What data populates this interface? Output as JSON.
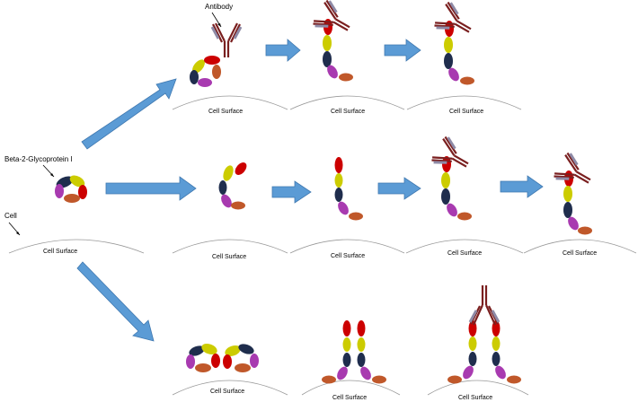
{
  "labels": {
    "antibody": "Antibody",
    "beta2": "Beta-2-Glycoprotein I",
    "cell": "Cell",
    "cell_surface": "Cell Surface"
  },
  "colors": {
    "domain1": "#cc0000",
    "domain2": "#cccc00",
    "domain3": "#1f2d4d",
    "domain4": "#a83ab0",
    "domain5": "#c0582a",
    "antibody": "#7a1f1f",
    "antibody_light": "#8e8aa6",
    "arrow": "#5b9bd5",
    "arrow_stroke": "#3f78b0",
    "surface": "#999999"
  }
}
